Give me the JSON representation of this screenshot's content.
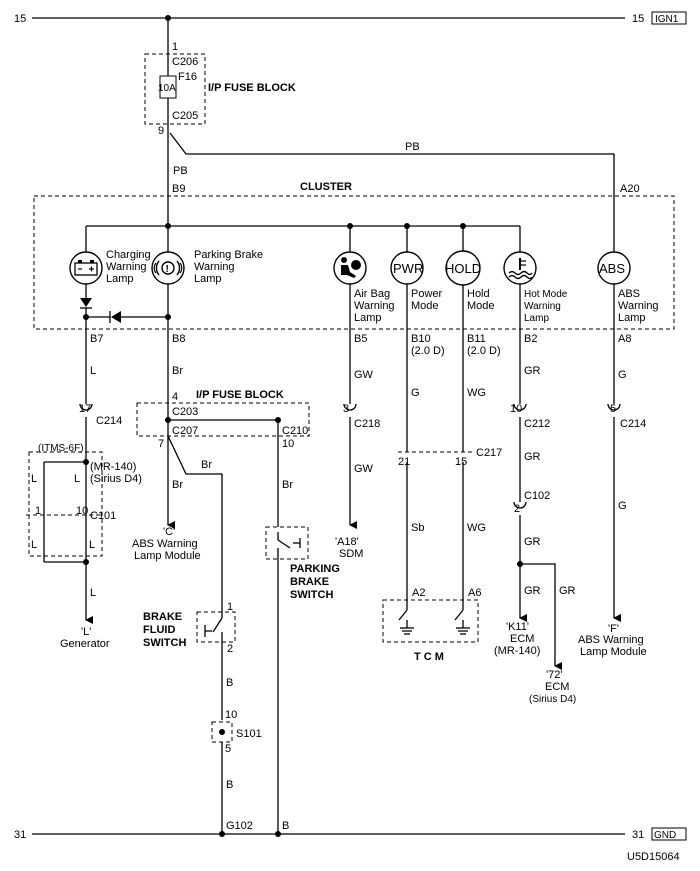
{
  "rails": {
    "top_left": "15",
    "top_right": "15",
    "top_tag": "IGN1",
    "bottom_left": "31",
    "bottom_right": "31",
    "bottom_tag": "GND"
  },
  "fuse": {
    "pin_top": "1",
    "conn_top": "C206",
    "fuse_id": "F16",
    "rating": "10A",
    "title": "I/P FUSE BLOCK",
    "pin_bottom": "9",
    "conn_bottom": "C205"
  },
  "wires": {
    "pb_top": "PB",
    "pb_left": "PB",
    "br1": "Br",
    "br2": "Br",
    "br3": "Br",
    "br4": "Br",
    "l1": "L",
    "l2": "L",
    "l3": "L",
    "l4": "L",
    "l5": "L",
    "l6": "L",
    "gw1": "GW",
    "gw2": "GW",
    "g1": "G",
    "sb": "Sb",
    "wg1": "WG",
    "wg2": "WG",
    "gr1": "GR",
    "gr2": "GR",
    "gr3": "GR",
    "gr4": "GR",
    "gr5": "GR",
    "g2": "G",
    "g3": "G",
    "b1": "B",
    "b2": "B",
    "b3": "B"
  },
  "cluster": {
    "title": "CLUSTER",
    "pin_b9": "B9",
    "pin_a20": "A20",
    "lamps": {
      "charging": [
        "Charging",
        "Warning",
        "Lamp"
      ],
      "parking": [
        "Parking Brake",
        "Warning",
        "Lamp"
      ],
      "airbag": [
        "Air Bag",
        "Warning",
        "Lamp"
      ],
      "power": [
        "Power",
        "Mode"
      ],
      "hold": [
        "Hold",
        "Mode"
      ],
      "hotmode": [
        "Hot Mode",
        "Warning",
        "Lamp"
      ],
      "abs": [
        "ABS",
        "Warning",
        "Lamp"
      ]
    },
    "icons": {
      "pwr": "PWR",
      "hold": "HOLD",
      "abs": "ABS"
    },
    "pins": {
      "b7": "B7",
      "b8": "B8",
      "b5": "B5",
      "b10": "B10",
      "b10_note": "(2.0 D)",
      "b11": "B11",
      "b11_note": "(2.0 D)",
      "b2": "B2",
      "a8": "A8"
    }
  },
  "connectors": {
    "c214_left_pin": "17",
    "c214_left": "C214",
    "itms": "(ITMS-6F)",
    "mr140": "(MR-140)",
    "sirius": "(Sirius D4)",
    "c101_pin_left": "1",
    "c101_pin_right": "10",
    "c101": "C101",
    "ipfb_title": "I/P FUSE BLOCK",
    "ipfb_pin4": "4",
    "c203": "C203",
    "c207": "C207",
    "c210": "C210",
    "ipfb_pin7": "7",
    "ipfb_pin10": "10",
    "c218_pin": "3",
    "c218": "C218",
    "c217": "C217",
    "c217_pin21": "21",
    "c217_pin15": "15",
    "c212_pin": "10",
    "c212": "C212",
    "c102": "C102",
    "c102_pin": "2",
    "c214_right_pin": "5",
    "c214_right": "C214",
    "s101": "S101",
    "s101_pin10": "10",
    "s101_pin5": "5",
    "g102": "G102",
    "b_gnd": "B"
  },
  "switches": {
    "parking": [
      "PARKING",
      "BRAKE",
      "SWITCH"
    ],
    "brake_fluid": [
      "BRAKE",
      "FLUID",
      "SWITCH"
    ],
    "bf_pin1": "1",
    "bf_pin2": "2"
  },
  "destinations": {
    "generator_ref": "'L'",
    "generator": "Generator",
    "abs_module_ref": "'C'",
    "abs_module": [
      "ABS Warning",
      "Lamp Module"
    ],
    "sdm_ref": "'A18'",
    "sdm": "SDM",
    "ecm_k11_ref": "'K11'",
    "ecm_k11": [
      "ECM",
      "(MR-140)"
    ],
    "ecm_72_ref": "'72'",
    "ecm_72": [
      "ECM",
      "(Sirius D4)"
    ],
    "abs_f_ref": "'F'",
    "abs_f": [
      "ABS Warning",
      "Lamp Module"
    ]
  },
  "tcm": {
    "label": "T C M",
    "pin_a2": "A2",
    "pin_a6": "A6"
  },
  "figure_id": "U5D15064"
}
